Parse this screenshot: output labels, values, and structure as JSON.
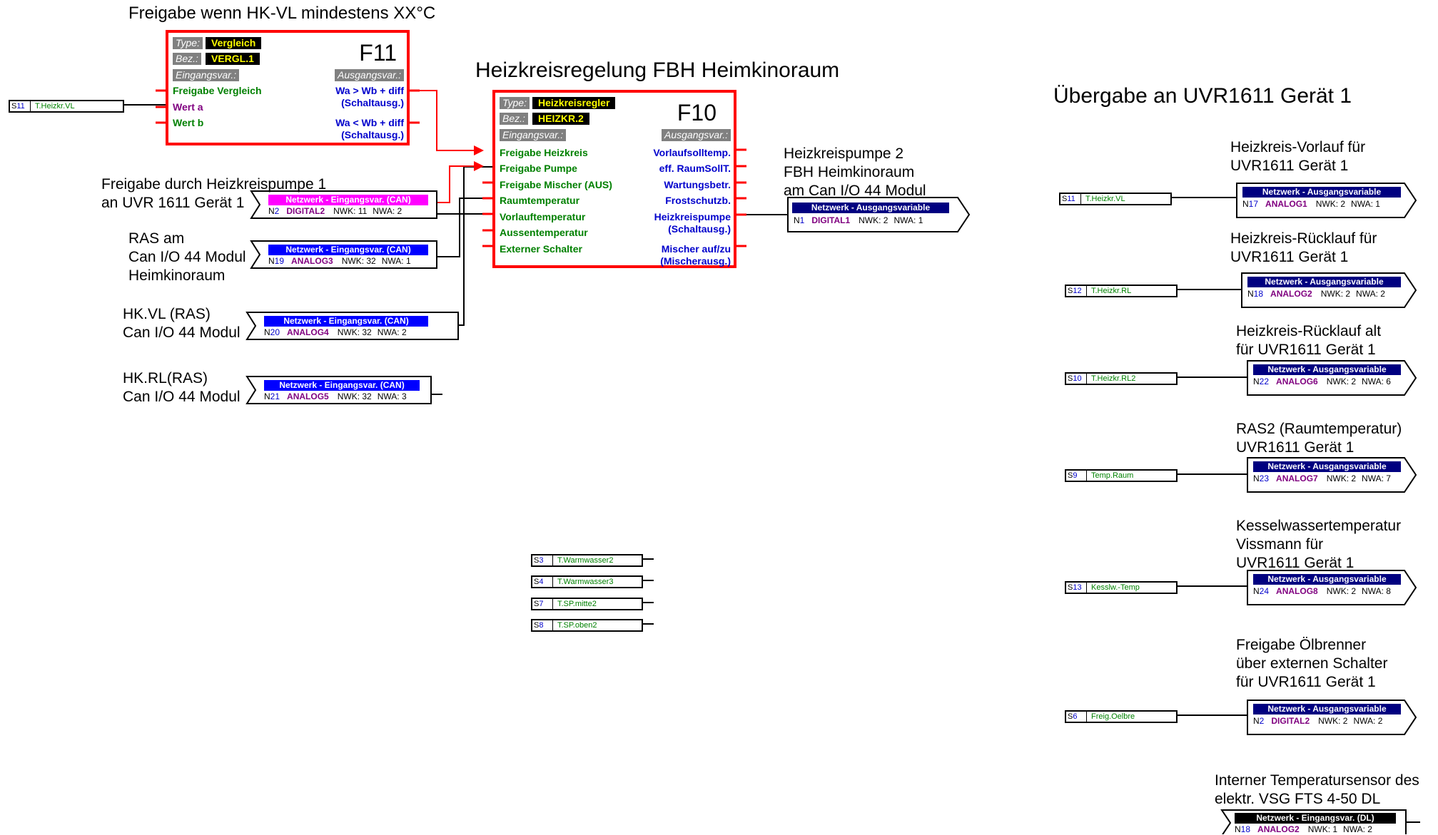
{
  "captions": {
    "f11_caption": "Freigabe wenn HK-VL mindestens XX°C",
    "f10_caption": "Heizkreisregelung FBH Heimkinoraum",
    "right_title": "Übergabe an UVR1611 Gerät 1",
    "pump_caption": [
      "Heizkreispumpe 2",
      "FBH Heimkinoraum",
      "am Can I/O 44 Modul"
    ],
    "freigabe_pumpe_caption": [
      "Freigabe durch Heizkreispumpe 1",
      "an UVR 1611 Gerät 1"
    ],
    "ras_caption": [
      "RAS am",
      "Can I/O 44 Modul",
      "Heimkinoraum"
    ],
    "hkvl_caption": [
      "HK.VL (RAS)",
      "Can I/O 44 Modul"
    ],
    "hkrl_caption": [
      "HK.RL(RAS)",
      "Can I/O 44 Modul"
    ]
  },
  "f11": {
    "number": "F11",
    "type_tag": "Type:",
    "type_value": "Vergleich",
    "bez_tag": "Bez.:",
    "bez_value": "VERGL.1",
    "in_tag": "Eingangsvar.:",
    "out_tag": "Ausgangsvar.:",
    "inputs": [
      "Freigabe Vergleich",
      "Wert a",
      "Wert b"
    ],
    "outputs": [
      "Wa > Wb + diff",
      "(Schaltausg.)",
      "Wa < Wb + diff",
      "(Schaltausg.)"
    ]
  },
  "f10": {
    "number": "F10",
    "type_tag": "Type:",
    "type_value": "Heizkreisregler",
    "bez_tag": "Bez.:",
    "bez_value": "HEIZKR.2",
    "in_tag": "Eingangsvar.:",
    "out_tag": "Ausgangsvar.:",
    "inputs": [
      "Freigabe Heizkreis",
      "Freigabe Pumpe",
      "Freigabe Mischer (AUS)",
      "Raumtemperatur",
      "Vorlauftemperatur",
      "Aussentemperatur",
      "Externer Schalter"
    ],
    "outputs": [
      "Vorlaufsolltemp.",
      "eff. RaumSollT.",
      "Wartungsbetr.",
      "Frostschutzb.",
      "Heizkreispumpe",
      "(Schaltausg.)",
      "Mischer auf/zu",
      "(Mischerausg.)"
    ]
  },
  "net_inputs": [
    {
      "head": "Netzwerk - Eingangsvar. (CAN)",
      "color": "#ff00ff",
      "n": "2",
      "var": "DIGITAL2",
      "nwk": "NWK: 11",
      "nwa": "NWA: 2"
    },
    {
      "head": "Netzwerk - Eingangsvar. (CAN)",
      "color": "#0000ff",
      "n": "19",
      "var": "ANALOG3",
      "nwk": "NWK: 32",
      "nwa": "NWA: 1"
    },
    {
      "head": "Netzwerk - Eingangsvar. (CAN)",
      "color": "#0000ff",
      "n": "20",
      "var": "ANALOG4",
      "nwk": "NWK: 32",
      "nwa": "NWA: 2"
    },
    {
      "head": "Netzwerk - Eingangsvar. (CAN)",
      "color": "#0000ff",
      "n": "21",
      "var": "ANALOG5",
      "nwk": "NWK: 32",
      "nwa": "NWA: 3"
    }
  ],
  "pump_output": {
    "head": "Netzwerk - Ausgangsvariable",
    "color": "#000080",
    "n": "1",
    "var": "DIGITAL1",
    "nwk": "NWK: 2",
    "nwa": "NWA: 1"
  },
  "sensors_left": [
    {
      "s": "S",
      "num": "11",
      "name": "T.Heizkr.VL"
    }
  ],
  "sensors_mid": [
    {
      "s": "S",
      "num": "3",
      "name": "T.Warmwasser2"
    },
    {
      "s": "S",
      "num": "4",
      "name": "T.Warmwasser3"
    },
    {
      "s": "S",
      "num": "7",
      "name": "T.SP.mitte2"
    },
    {
      "s": "S",
      "num": "8",
      "name": "T.SP.oben2"
    }
  ],
  "right_outputs": [
    {
      "caption": [
        "Heizkreis-Vorlauf für",
        "UVR1611 Gerät 1"
      ],
      "s": "S",
      "num": "11",
      "sname": "T.Heizkr.VL",
      "head": "Netzwerk - Ausgangsvariable",
      "n": "17",
      "var": "ANALOG1",
      "nwk": "NWK: 2",
      "nwa": "NWA: 1"
    },
    {
      "caption": [
        "Heizkreis-Rücklauf für",
        "UVR1611 Gerät 1"
      ],
      "s": "S",
      "num": "12",
      "sname": "T.Heizkr.RL",
      "head": "Netzwerk - Ausgangsvariable",
      "n": "18",
      "var": "ANALOG2",
      "nwk": "NWK: 2",
      "nwa": "NWA: 2"
    },
    {
      "caption": [
        "Heizkreis-Rücklauf alt",
        "für UVR1611 Gerät 1"
      ],
      "s": "S",
      "num": "10",
      "sname": "T.Heizkr.RL2",
      "head": "Netzwerk - Ausgangsvariable",
      "n": "22",
      "var": "ANALOG6",
      "nwk": "NWK: 2",
      "nwa": "NWA: 6"
    },
    {
      "caption": [
        "RAS2 (Raumtemperatur)",
        "UVR1611 Gerät 1"
      ],
      "s": "S",
      "num": "9",
      "sname": "Temp.Raum",
      "head": "Netzwerk - Ausgangsvariable",
      "n": "23",
      "var": "ANALOG7",
      "nwk": "NWK: 2",
      "nwa": "NWA: 7"
    },
    {
      "caption": [
        "Kesselwassertemperatur",
        "Vissmann für",
        "UVR1611 Gerät 1"
      ],
      "s": "S",
      "num": "13",
      "sname": "Kesslw.-Temp",
      "head": "Netzwerk - Ausgangsvariable",
      "n": "24",
      "var": "ANALOG8",
      "nwk": "NWK: 2",
      "nwa": "NWA: 8"
    },
    {
      "caption": [
        "Freigabe Ölbrenner",
        "über externen Schalter",
        "für UVR1611 Gerät 1"
      ],
      "s": "S",
      "num": "6",
      "sname": "Freig.Oelbre",
      "head": "Netzwerk - Ausgangsvariable",
      "n": "2",
      "var": "DIGITAL2",
      "nwk": "NWK: 2",
      "nwa": "NWA: 2"
    }
  ],
  "internal_sensor": {
    "caption": [
      "Interner Temperatursensor des",
      "elektr. VSG FTS 4-50 DL"
    ],
    "head": "Netzwerk - Eingangsvar. (DL)",
    "color": "#000000",
    "n": "18",
    "var": "ANALOG2",
    "nwk": "NWK: 1",
    "nwa": "NWA: 2"
  }
}
